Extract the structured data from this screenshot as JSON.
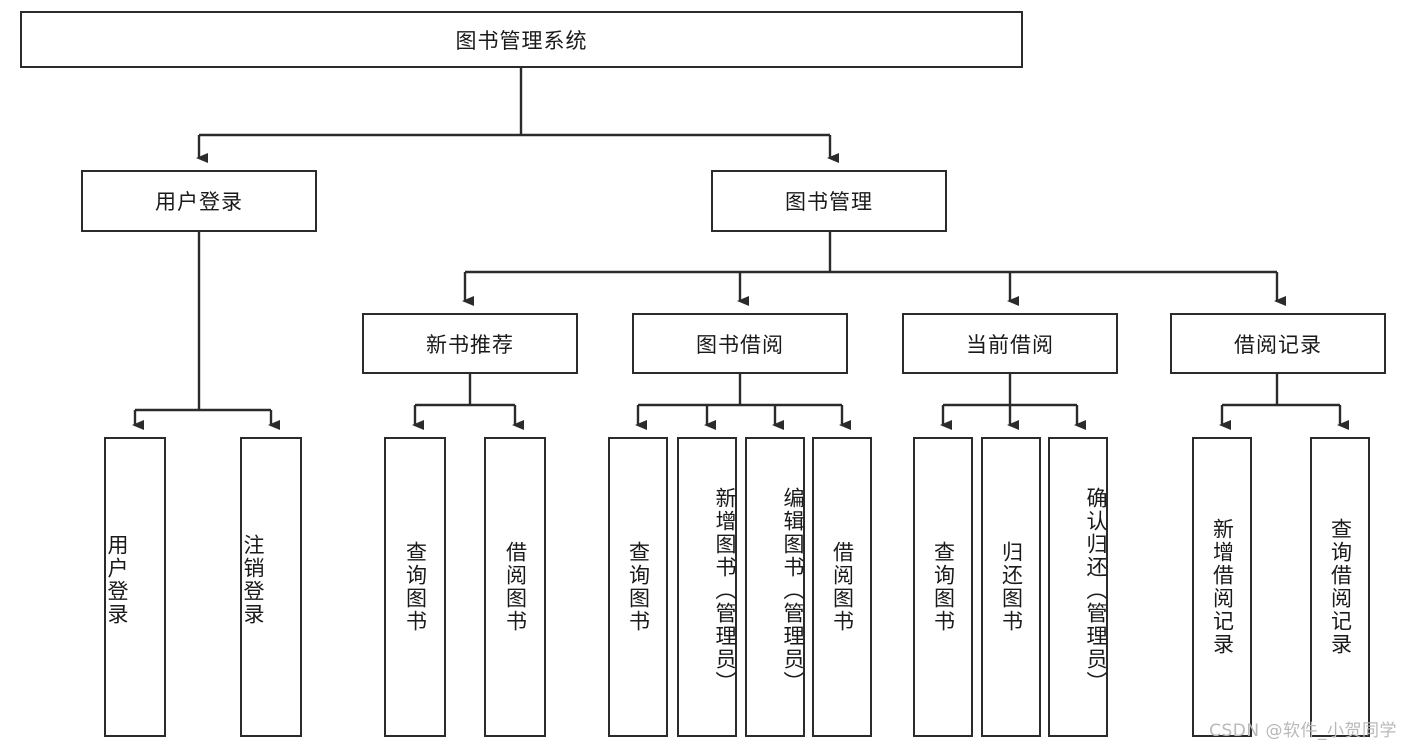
{
  "diagram": {
    "type": "tree-hierarchy",
    "title": "图书管理系统",
    "watermark": "CSDN @软件_小贺同学",
    "colors": {
      "stroke": "#2b2b2b",
      "fill": "#ffffff",
      "text": "#1a1a1a",
      "watermark": "#b9b9b9"
    },
    "nodes": {
      "root": {
        "label": "图书管理系统",
        "level": 1,
        "orientation": "horizontal"
      },
      "l2": [
        {
          "id": "user-login",
          "label": "用户登录",
          "level": 2,
          "orientation": "horizontal"
        },
        {
          "id": "book-manage",
          "label": "图书管理",
          "level": 2,
          "orientation": "horizontal"
        }
      ],
      "l3": [
        {
          "id": "new-book-rec",
          "label": "新书推荐",
          "level": 3,
          "orientation": "horizontal"
        },
        {
          "id": "book-borrow",
          "label": "图书借阅",
          "level": 3,
          "orientation": "horizontal"
        },
        {
          "id": "current-borrow",
          "label": "当前借阅",
          "level": 3,
          "orientation": "horizontal"
        },
        {
          "id": "borrow-record",
          "label": "借阅记录",
          "level": 3,
          "orientation": "horizontal"
        }
      ],
      "leaves": {
        "user_login": [
          {
            "id": "leaf-user-login",
            "label": "用户登录",
            "orientation": "vertical"
          },
          {
            "id": "leaf-logout",
            "label": "注销登录",
            "orientation": "vertical"
          }
        ],
        "new_book_rec": [
          {
            "id": "leaf-query-book-1",
            "label": "查询图书",
            "orientation": "vertical"
          },
          {
            "id": "leaf-borrow-book-1",
            "label": "借阅图书",
            "orientation": "vertical"
          }
        ],
        "book_borrow": [
          {
            "id": "leaf-query-book-2",
            "label": "查询图书",
            "orientation": "vertical"
          },
          {
            "id": "leaf-add-book",
            "label": "新增图书（管理员）",
            "orientation": "vertical"
          },
          {
            "id": "leaf-edit-book",
            "label": "编辑图书（管理员）",
            "orientation": "vertical"
          },
          {
            "id": "leaf-borrow-book-2",
            "label": "借阅图书",
            "orientation": "vertical"
          }
        ],
        "current_borrow": [
          {
            "id": "leaf-query-book-3",
            "label": "查询图书",
            "orientation": "vertical"
          },
          {
            "id": "leaf-return-book",
            "label": "归还图书",
            "orientation": "vertical"
          },
          {
            "id": "leaf-confirm-return",
            "label": "确认归还（管理员）",
            "orientation": "vertical"
          }
        ],
        "borrow_record": [
          {
            "id": "leaf-add-record",
            "label": "新增借阅记录",
            "orientation": "vertical"
          },
          {
            "id": "leaf-query-record",
            "label": "查询借阅记录",
            "orientation": "vertical"
          }
        ]
      }
    }
  }
}
